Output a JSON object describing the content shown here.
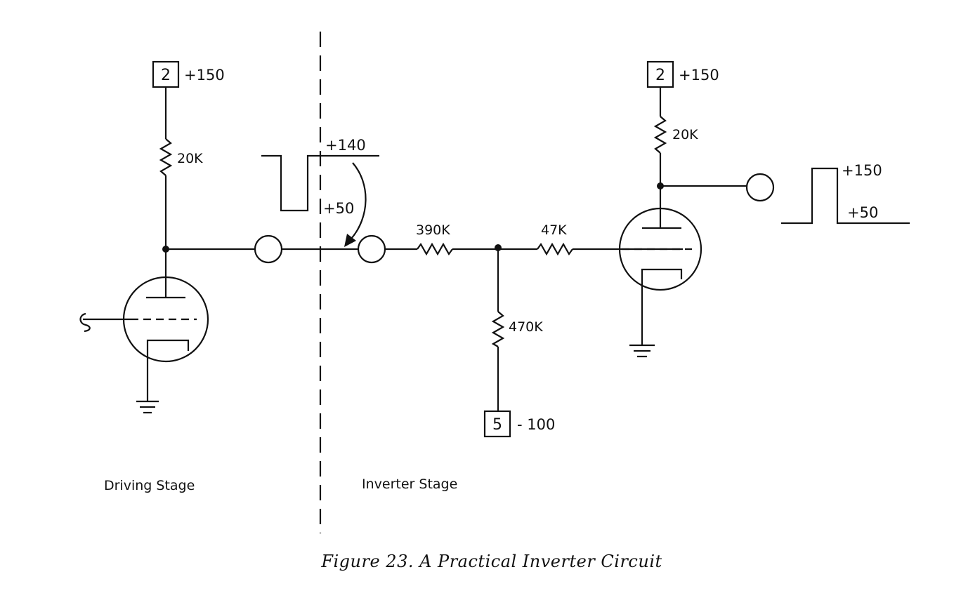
{
  "diagram": {
    "caption": "Figure 23.  A Practical Inverter Circuit",
    "stages": {
      "driving": "Driving Stage",
      "inverter": "Inverter Stage"
    },
    "terminals": {
      "left_supply_num": "2",
      "left_supply_voltage": "+150",
      "right_supply_num": "2",
      "right_supply_voltage": "+150",
      "bias_num": "5",
      "bias_voltage": "- 100"
    },
    "resistors": {
      "left_plate": "20K",
      "right_plate": "20K",
      "series_in": "390K",
      "grid": "47K",
      "bias": "470K"
    },
    "waveforms": {
      "input_high": "+140",
      "input_low": "+50",
      "output_high": "+150",
      "output_low": "+50"
    }
  }
}
